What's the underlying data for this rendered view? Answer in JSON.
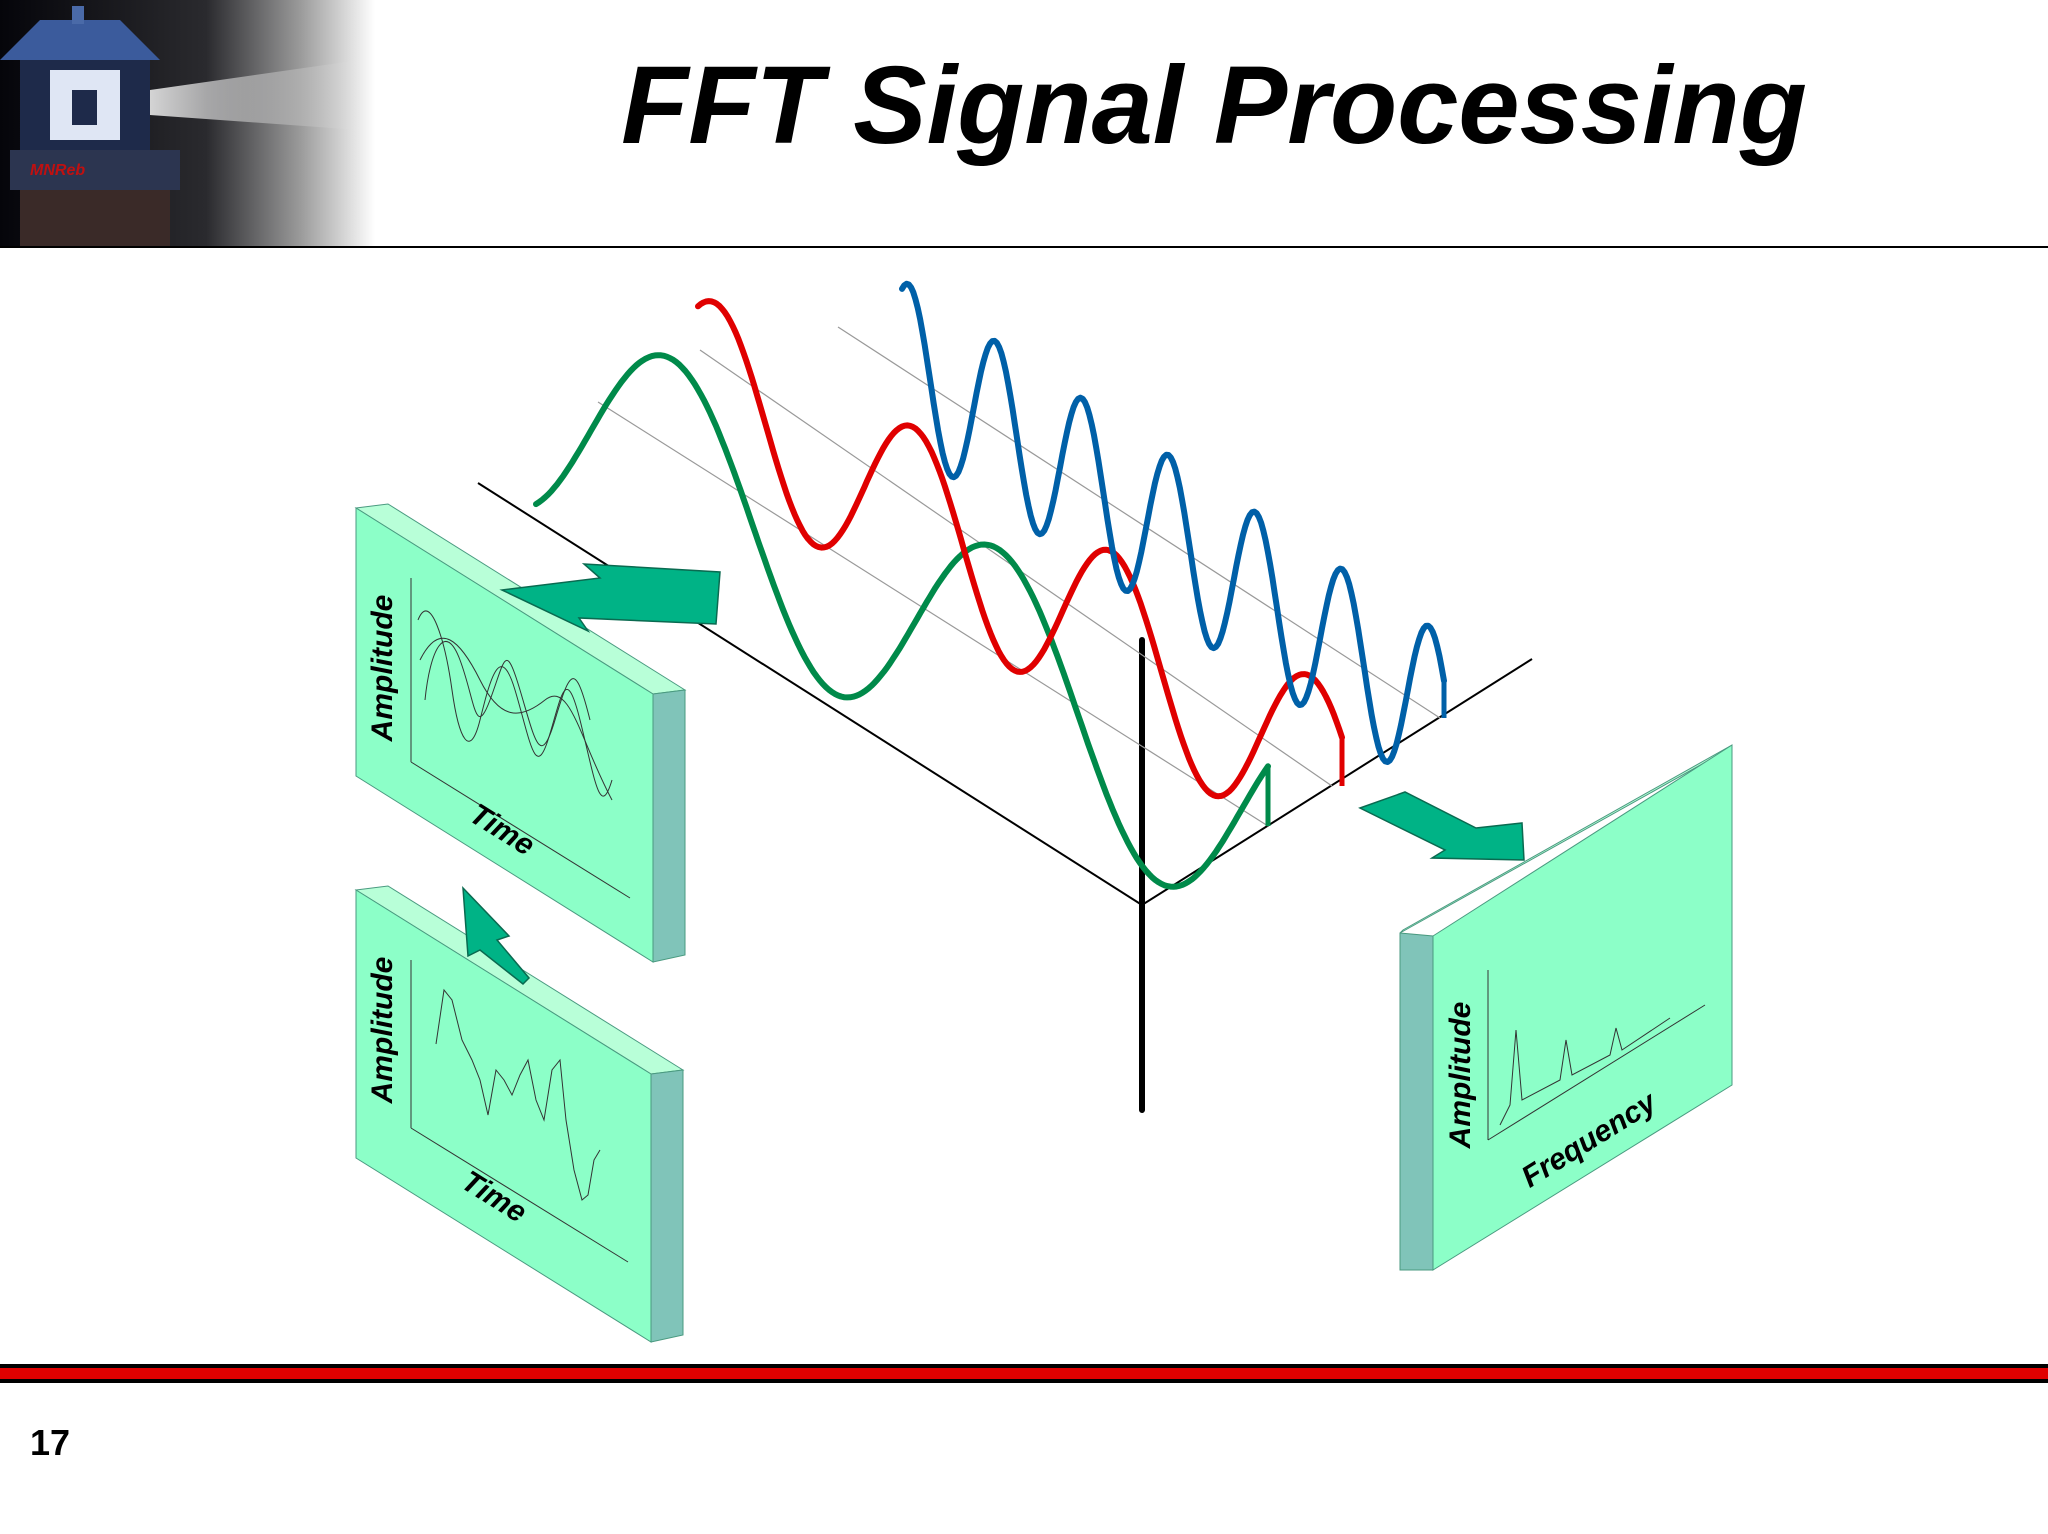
{
  "slide": {
    "title": "FFT Signal Processing",
    "page_number": "17"
  },
  "logo": {
    "icon": "lighthouse-icon",
    "text": "MNReb"
  },
  "panels": {
    "raw_signal": {
      "y_label": "Amplitude",
      "x_label": "Time"
    },
    "decomposed_signal": {
      "y_label": "Amplitude",
      "x_label": "Time"
    },
    "spectrum": {
      "y_label": "Amplitude",
      "x_label": "Frequency"
    }
  },
  "colors": {
    "panel_face": "#8cffc8",
    "panel_side": "#80c4b9",
    "panel_top": "#b8ffd8",
    "arrow": "#00b386",
    "wave_low": "#008a4a",
    "wave_mid": "#e00000",
    "wave_high": "#0060a8",
    "footer_red": "#e00000"
  }
}
